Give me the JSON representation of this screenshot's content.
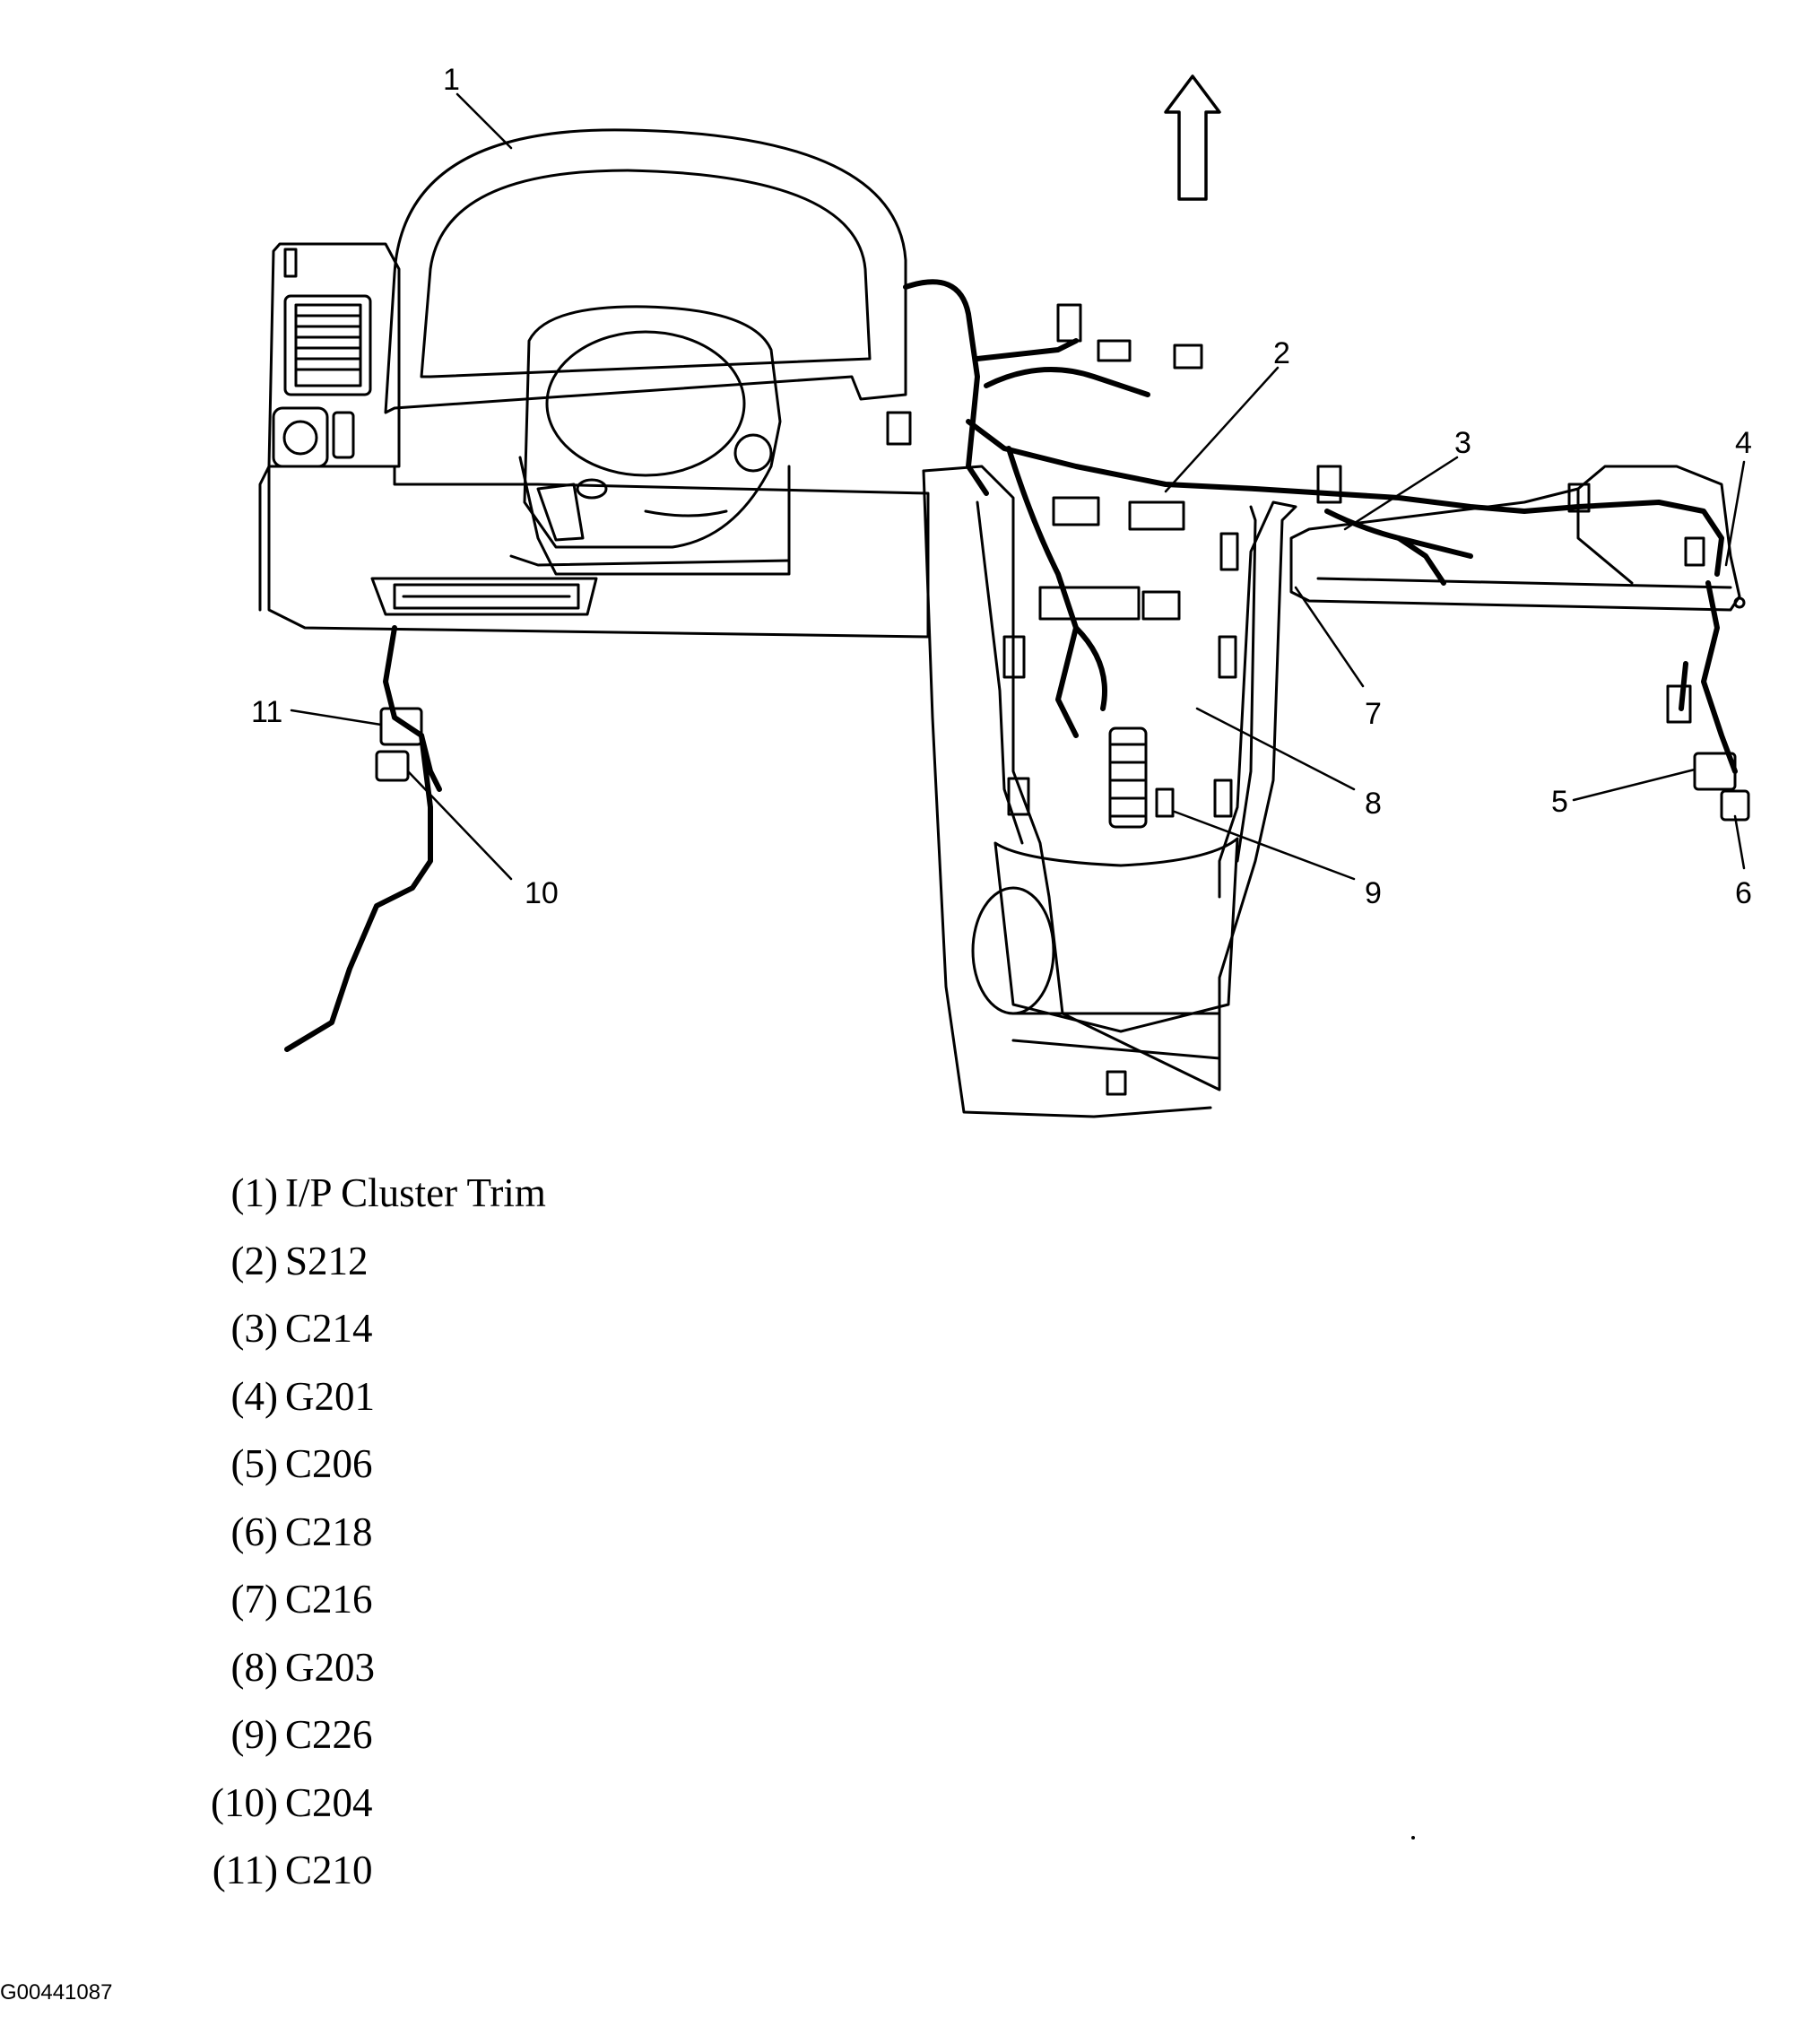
{
  "diagram": {
    "callouts": [
      {
        "id": 1,
        "label": "1"
      },
      {
        "id": 2,
        "label": "2"
      },
      {
        "id": 3,
        "label": "3"
      },
      {
        "id": 4,
        "label": "4"
      },
      {
        "id": 5,
        "label": "5"
      },
      {
        "id": 6,
        "label": "6"
      },
      {
        "id": 7,
        "label": "7"
      },
      {
        "id": 8,
        "label": "8"
      },
      {
        "id": 9,
        "label": "9"
      },
      {
        "id": 10,
        "label": "10"
      },
      {
        "id": 11,
        "label": "11"
      }
    ],
    "direction_arrow": "up-arrow-icon"
  },
  "legend": [
    {
      "num": "(1)",
      "label": "I/P Cluster Trim"
    },
    {
      "num": "(2)",
      "label": "S212"
    },
    {
      "num": "(3)",
      "label": "C214"
    },
    {
      "num": "(4)",
      "label": "G201"
    },
    {
      "num": "(5)",
      "label": "C206"
    },
    {
      "num": "(6)",
      "label": "C218"
    },
    {
      "num": "(7)",
      "label": "C216"
    },
    {
      "num": "(8)",
      "label": "G203"
    },
    {
      "num": "(9)",
      "label": "C226"
    },
    {
      "num": "(10)",
      "label": "C204"
    },
    {
      "num": "(11)",
      "label": "C210"
    }
  ],
  "figure_id": "G00441087"
}
